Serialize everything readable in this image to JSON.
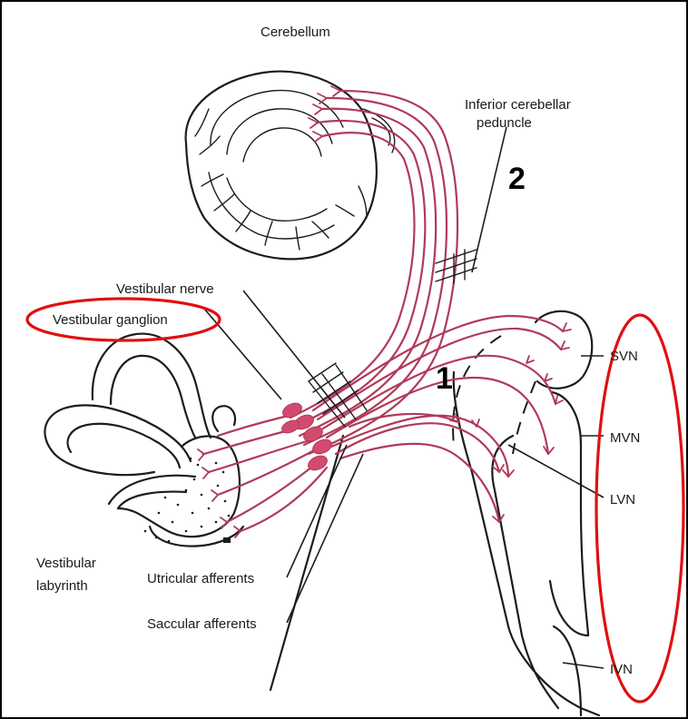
{
  "colors": {
    "fiber": "#b03a5b",
    "ganglion": "#d24b6e",
    "highlight": "#e01010",
    "ink": "#1c1c1c"
  },
  "labels": {
    "cerebellum": "Cerebellum",
    "inferior_cerebellar_line1": "Inferior cerebellar",
    "inferior_cerebellar_line2": "peduncle",
    "vestibular_nerve": "Vestibular nerve",
    "vestibular_ganglion": "Vestibular ganglion",
    "vestibular_labyrinth_line1": "Vestibular",
    "vestibular_labyrinth_line2": "labyrinth",
    "utricular_afferents": "Utricular afferents",
    "saccular_afferents": "Saccular afferents",
    "svn": "SVN",
    "mvn": "MVN",
    "lvn": "LVN",
    "ivn": "IVN"
  },
  "markers": {
    "one": "1",
    "two": "2"
  }
}
